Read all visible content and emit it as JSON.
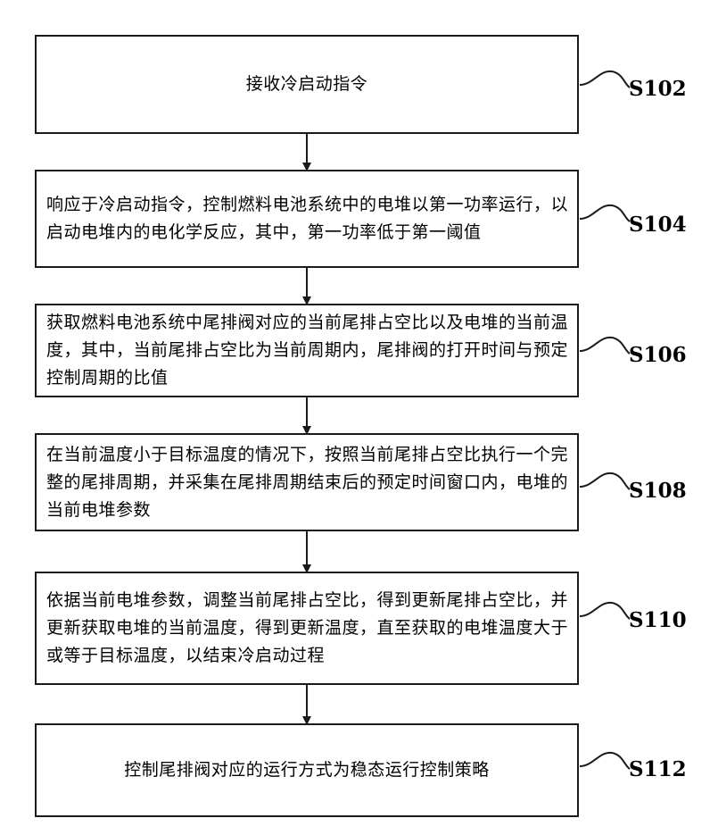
{
  "steps": [
    {
      "id": "S102",
      "text": "接收冷启动指令"
    },
    {
      "id": "S104",
      "text": "响应于冷启动指令，控制燃料电池系统中的电堆以第一功率运行，以启动电堆内的电化学反应，其中，第一功率低于第一阈值"
    },
    {
      "id": "S106",
      "text": "获取燃料电池系统中尾排阀对应的当前尾排占空比以及电堆的当前温度，其中，当前尾排占空比为当前周期内，尾排阀的打开时间与预定控制周期的比值"
    },
    {
      "id": "S108",
      "text": "在当前温度小于目标温度的情况下，按照当前尾排占空比执行一个完整的尾排周期，并采集在尾排周期结束后的预定时间窗口内，电堆的当前电堆参数"
    },
    {
      "id": "S110",
      "text": "依据当前电堆参数，调整当前尾排占空比，得到更新尾排占空比，并更新获取电堆的当前温度，得到更新温度，直至获取的电堆温度大于或等于目标温度，以结束冷启动过程"
    },
    {
      "id": "S112",
      "text": "控制尾排阀对应的运行方式为稳态运行控制策略"
    }
  ]
}
